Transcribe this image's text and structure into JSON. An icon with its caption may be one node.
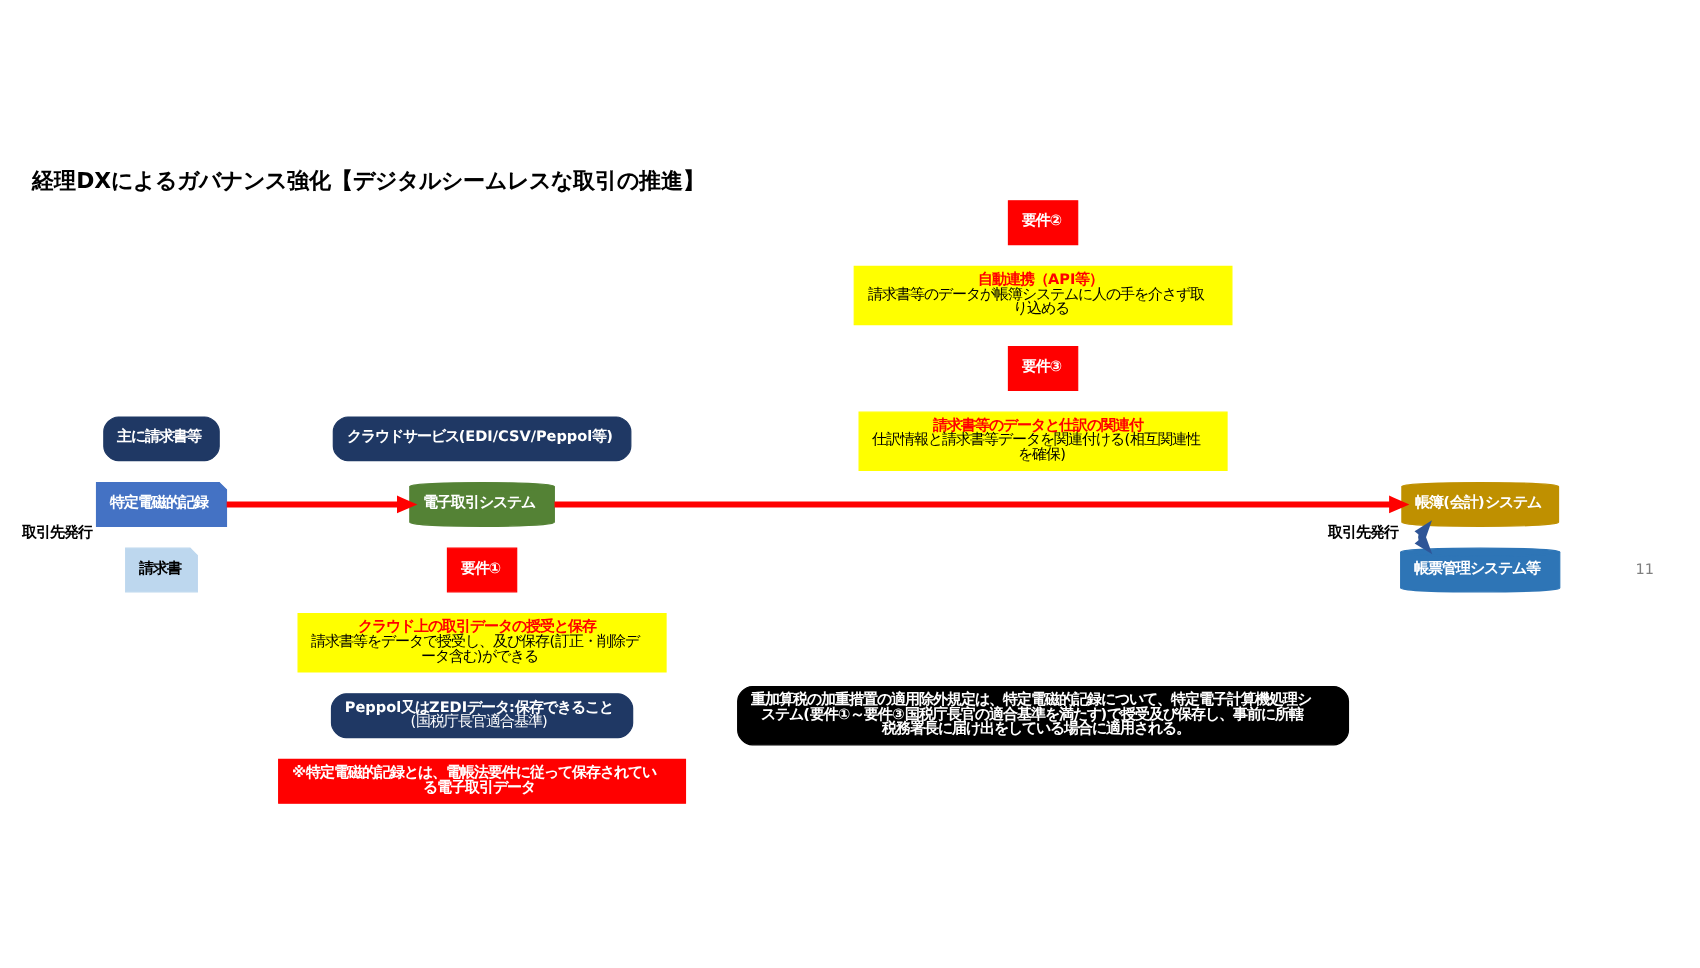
{
  "diagram": {
    "title": "経理DXによるガバナンス強化【デジタルシームレスな取引の推進】",
    "nodes": [
      {
        "text": [
          "主に請求書等"
        ]
      },
      {
        "text": [
          "特定電磁的記録"
        ],
        "beside": [
          "取引先発行"
        ]
      },
      {
        "text": [
          "請求書"
        ]
      },
      {
        "text": [
          "クラウドサービス(EDI/CSV/Peppol等)"
        ]
      },
      {
        "text": [
          "電子取引システム"
        ]
      },
      {
        "text": [
          "要件①"
        ]
      },
      {
        "text": [
          "クラウド上の取引データの授受と保存",
          "請求書等をデータで授受し、及び保存(訂正・削除データ含む)ができる"
        ]
      },
      {
        "text": [
          "Peppol又はZEDIデータ:保存できること",
          "(国税庁長官適合基準)"
        ]
      },
      {
        "text": [
          "要件②"
        ]
      },
      {
        "text": [
          "自動連携（API等）",
          "請求書等のデータが帳簿システムに人の手を介さず取り込める"
        ]
      },
      {
        "text": [
          "帳簿(会計)システム"
        ],
        "beside": [
          "取引先発行"
        ]
      },
      {
        "text": [
          "要件③"
        ]
      },
      {
        "text": [
          "請求書等のデータと仕訳の関連付",
          "仕訳情報と請求書等データを関連付ける(相互関連性を確保)"
        ]
      },
      {
        "text": [
          "帳票管理システム等"
        ]
      },
      {
        "text": [
          "※特定電磁的記録とは、電帳法要件に従って保存されている電子取引データ"
        ]
      },
      {
        "text": [
          "重加算税の加重措置の適用除外規定は、特定電磁的記録について、特定電子計算機処理システム(要件①～要件③国税庁長官の適合基準を満たす)で授受及び保存し、事前に所轄税務署長に届け出をしている場合に適用される。"
        ]
      }
    ],
    "edges": [
      {
        "from": 1,
        "to": 4,
        "arrow": "to"
      },
      {
        "from": 4,
        "to": 10,
        "arrow": "to"
      },
      {
        "from": 10,
        "to": 13,
        "arrow": "both",
        "style": "dashed",
        "color": "#2f5597"
      }
    ],
    "labels": [
      "11"
    ]
  }
}
